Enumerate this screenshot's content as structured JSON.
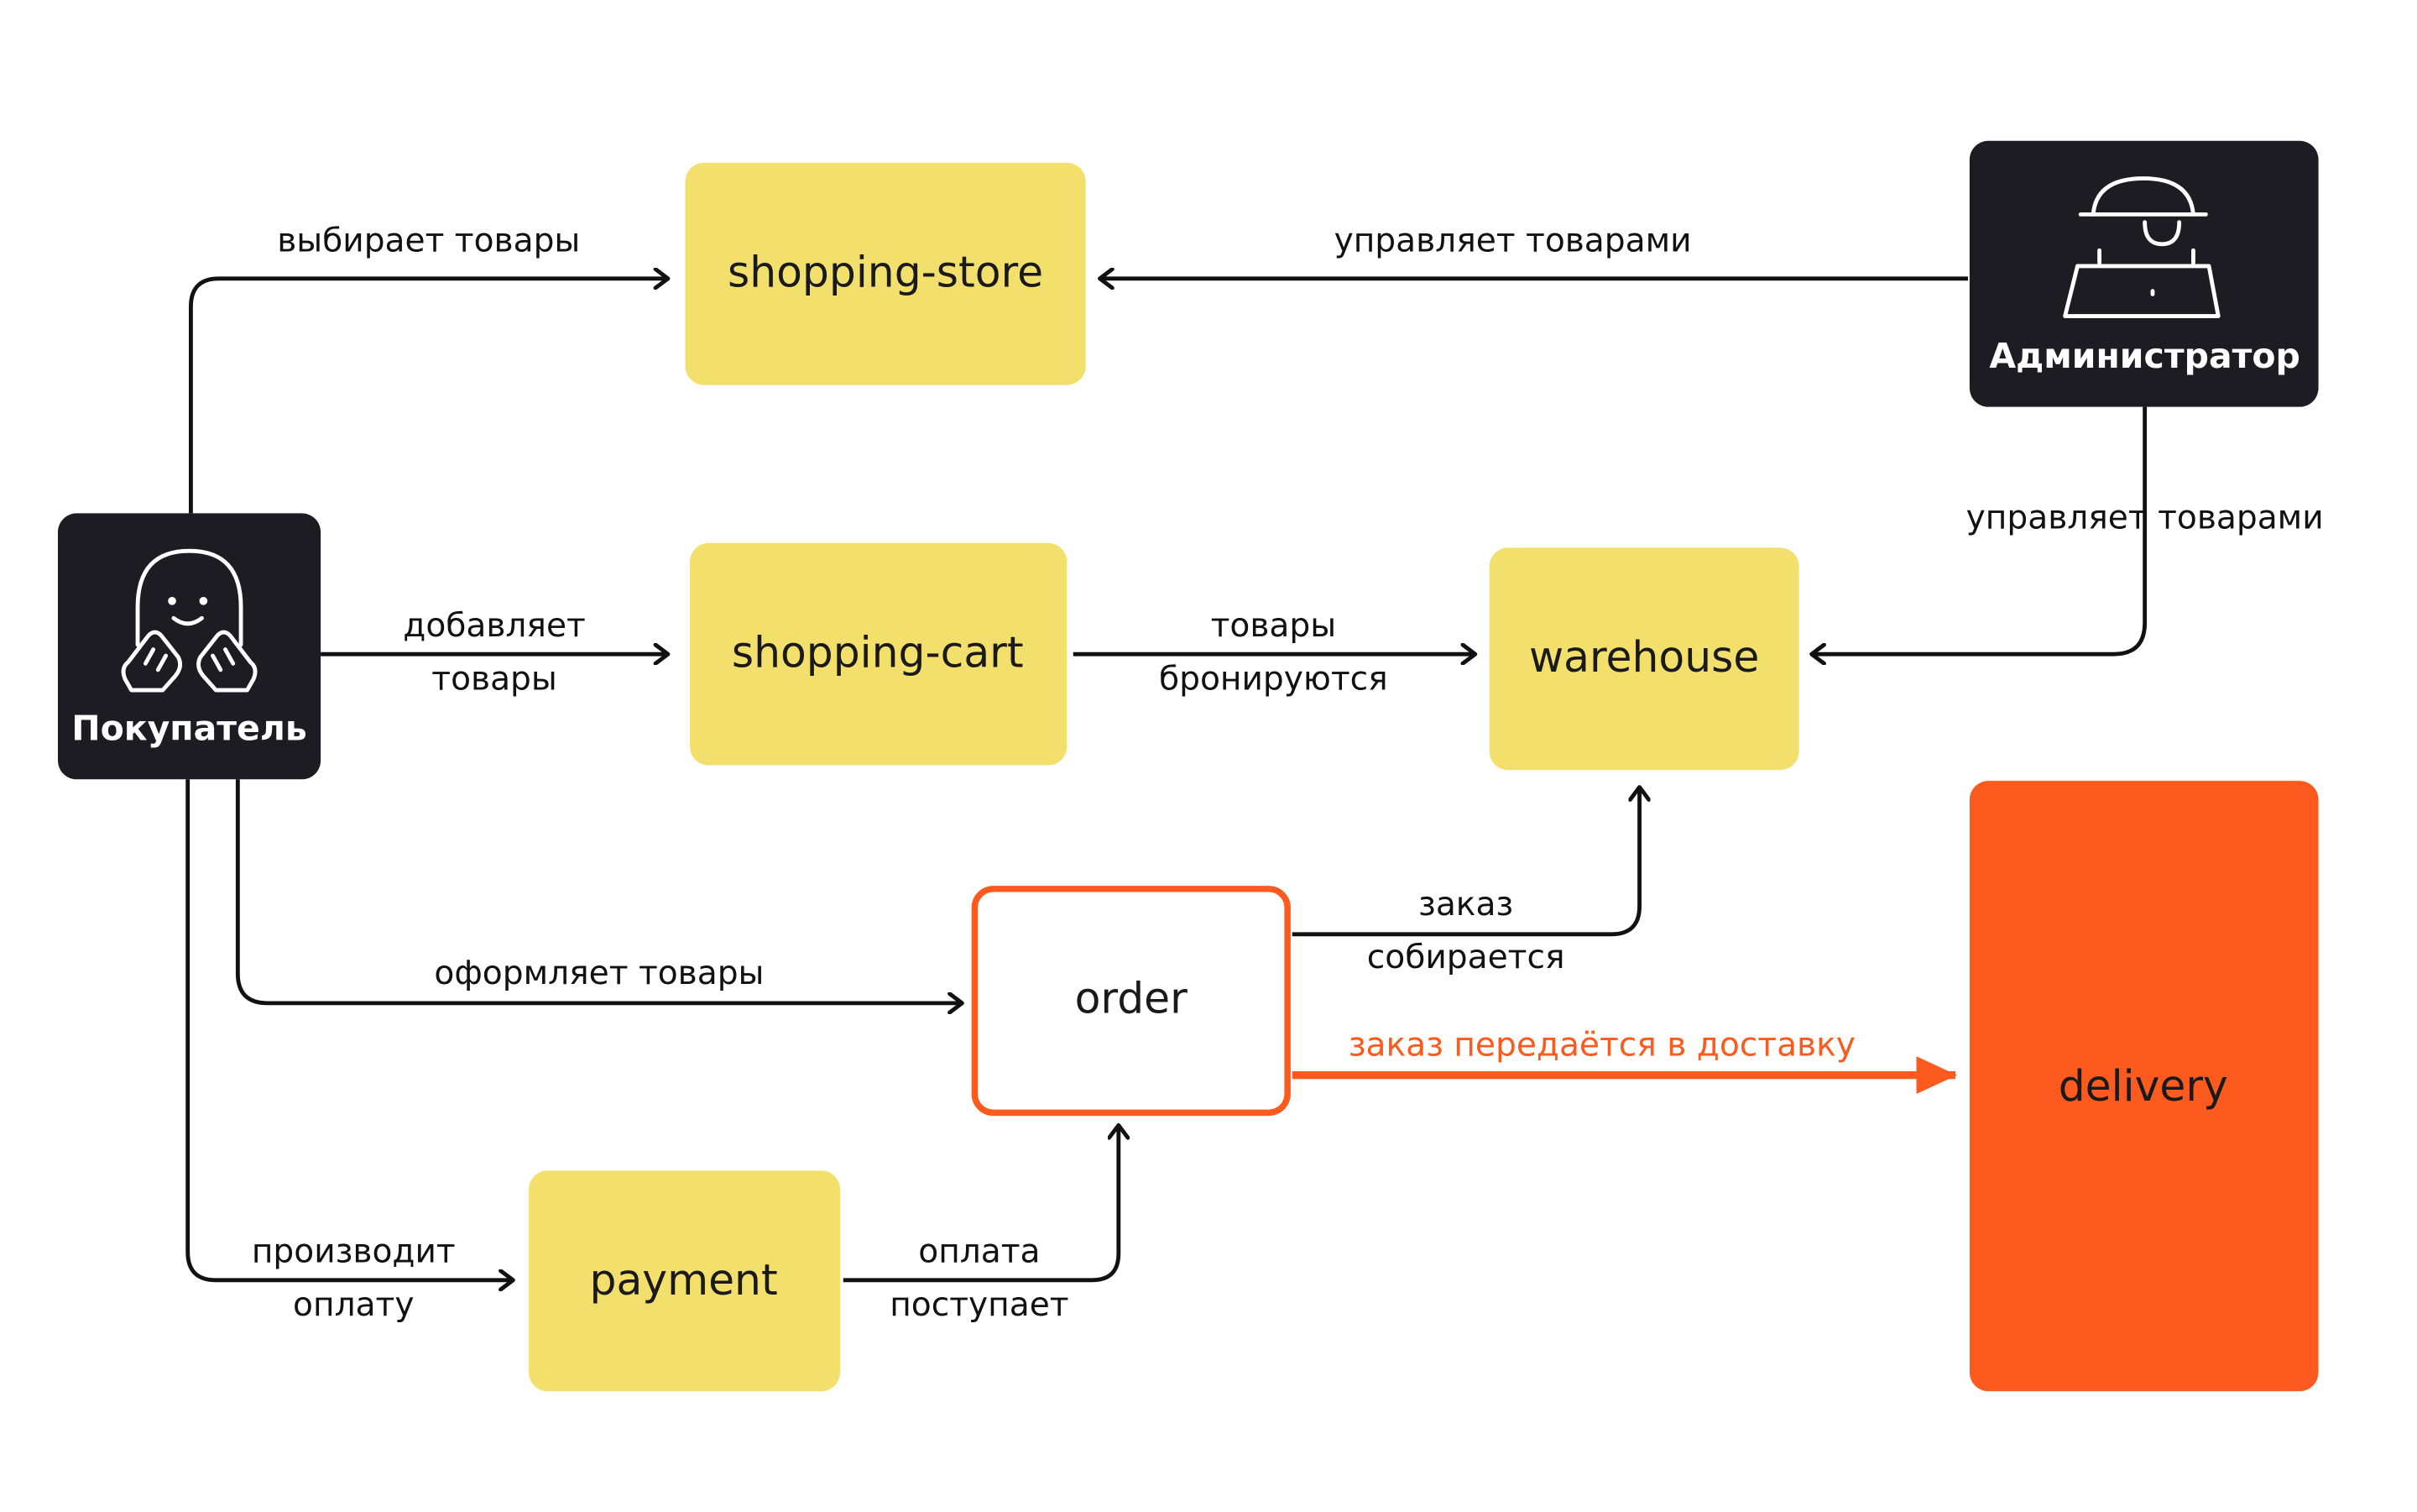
{
  "colors": {
    "service_fill": "#f3df6b",
    "actor_fill": "#1c1c22",
    "accent": "#fc5a1e",
    "line": "#111111",
    "order_fill": "#ffffff"
  },
  "actors": {
    "buyer": {
      "label": "Покупатель",
      "icon": "smiling-ghost-icon"
    },
    "admin": {
      "label": "Администратор",
      "icon": "admin-with-laptop-icon"
    }
  },
  "nodes": {
    "shopping_store": "shopping-store",
    "shopping_cart": "shopping-cart",
    "warehouse": "warehouse",
    "order": "order",
    "payment": "payment",
    "delivery": "delivery"
  },
  "edges": {
    "selects_goods": "выбирает товары",
    "admin_store": "управляет товарами",
    "admin_warehouse": "управляет товарами",
    "adds_goods": [
      "добавляет",
      "товары"
    ],
    "goods_reserved": [
      "товары",
      "бронируются"
    ],
    "places_order": "оформляет товары",
    "order_assembled": [
      "заказ",
      "собирается"
    ],
    "to_delivery": "заказ передаётся в доставку",
    "makes_payment": [
      "производит",
      "оплату"
    ],
    "payment_received": [
      "оплата",
      "поступает"
    ]
  }
}
